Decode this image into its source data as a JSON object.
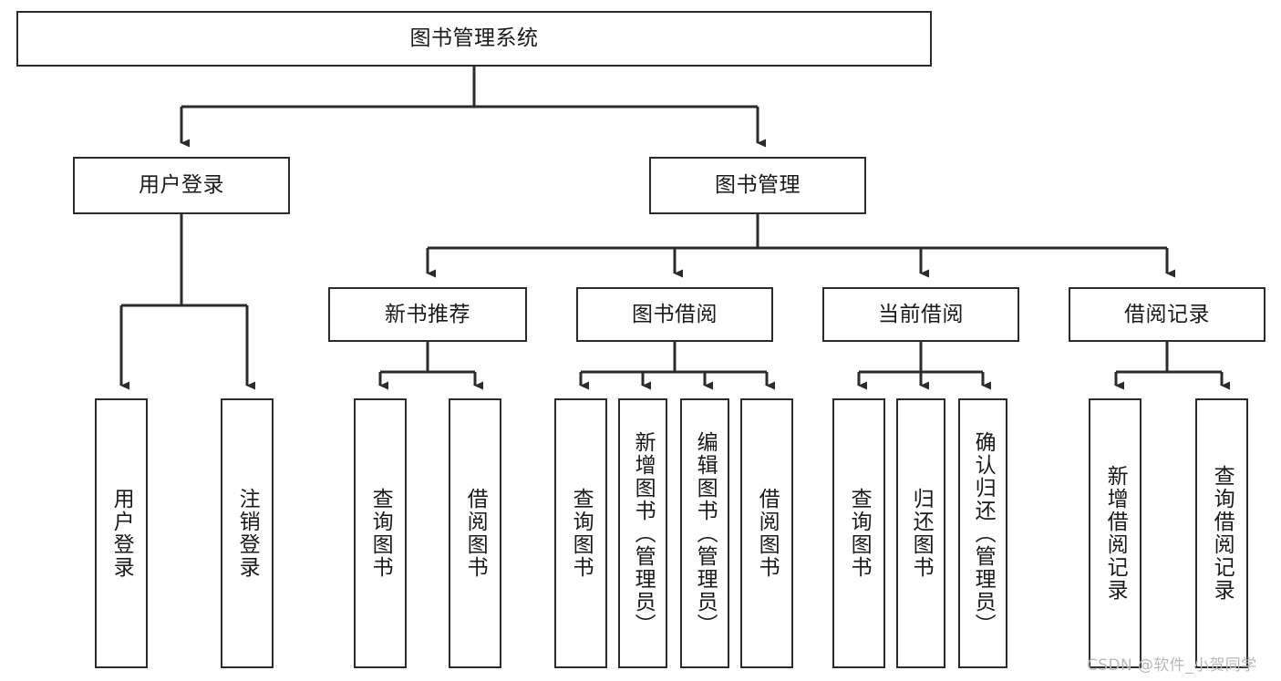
{
  "diagram": {
    "title": "图书管理系统",
    "type": "tree-hierarchy",
    "orientation": "top-down",
    "colors": {
      "box_border": "#2b2b2b",
      "box_fill": "#ffffff",
      "edge": "#2b2b2b",
      "text": "#1a1a1a",
      "watermark": "#b9b9b9",
      "background": "#ffffff"
    }
  },
  "nodes": {
    "root": {
      "label": "图书管理系统"
    },
    "level1": [
      {
        "label": "用户登录"
      },
      {
        "label": "图书管理"
      }
    ],
    "level2": [
      {
        "label": "新书推荐"
      },
      {
        "label": "图书借阅"
      },
      {
        "label": "当前借阅"
      },
      {
        "label": "借阅记录"
      }
    ],
    "leaves": {
      "user_login": [
        {
          "label": "用户登录"
        },
        {
          "label": "注销登录"
        }
      ],
      "new_book_recommend": [
        {
          "label": "查询图书"
        },
        {
          "label": "借阅图书"
        }
      ],
      "book_borrow": [
        {
          "label": "查询图书"
        },
        {
          "label": "新增图书（管理员）"
        },
        {
          "label": "编辑图书（管理员）"
        },
        {
          "label": "借阅图书"
        }
      ],
      "current_borrow": [
        {
          "label": "查询图书"
        },
        {
          "label": "归还图书"
        },
        {
          "label": "确认归还（管理员）"
        }
      ],
      "borrow_record": [
        {
          "label": "新增借阅记录"
        },
        {
          "label": "查询借阅记录"
        }
      ]
    }
  },
  "watermark": {
    "text": "CSDN @软件_小贺同学"
  }
}
